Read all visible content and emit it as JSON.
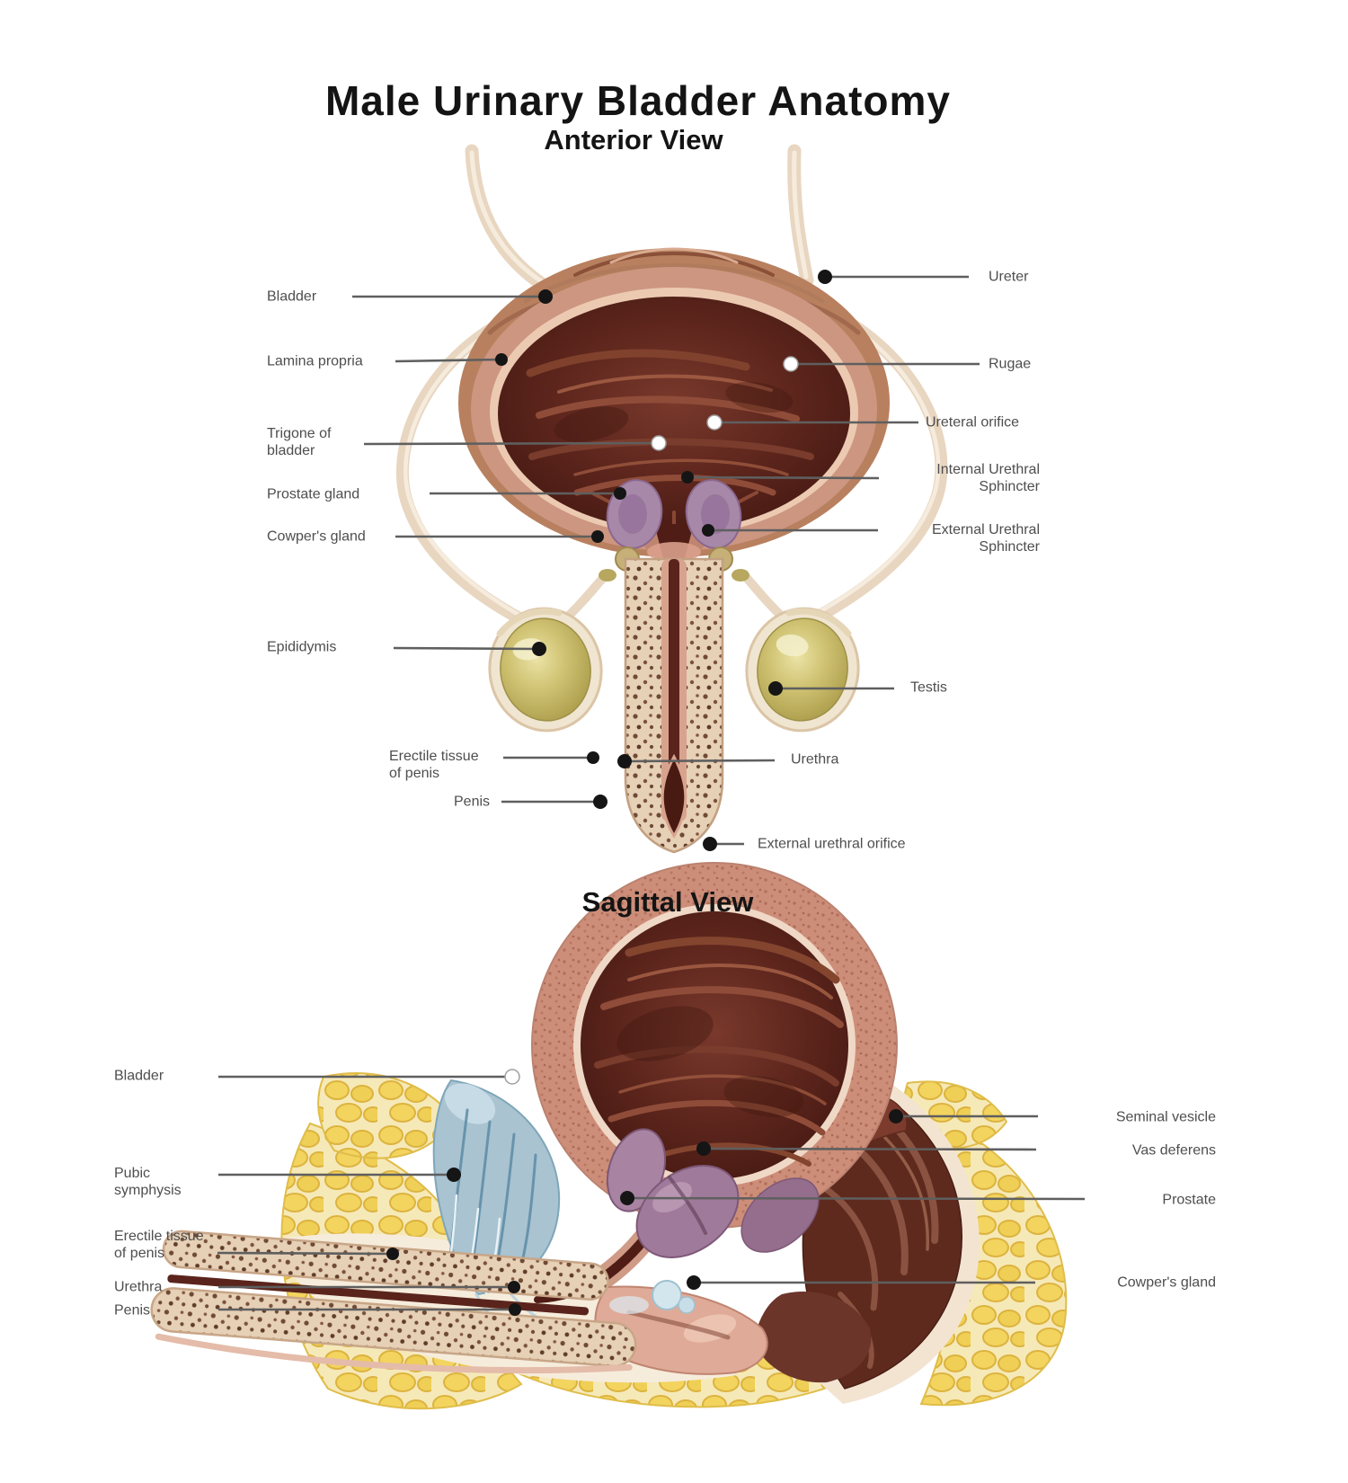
{
  "title": "Male Urinary Bladder Anatomy",
  "anterior": {
    "heading": "Anterior View",
    "left_labels": [
      "Bladder",
      "Lamina propria",
      "Trigone of\nbladder",
      "Prostate gland",
      "Cowper's gland",
      "Epididymis",
      "Erectile tissue\nof penis",
      "Penis"
    ],
    "right_labels": [
      "Ureter",
      "Rugae",
      "Ureteral orifice",
      "Internal Urethral\nSphincter",
      "External Urethral\nSphincter",
      "Testis",
      "Urethra",
      "External urethral orifice"
    ]
  },
  "sagittal": {
    "heading": "Sagittal View",
    "left_labels": [
      "Bladder",
      "Pubic\nsymphysis",
      "Erectile tissue\nof penis",
      "Urethra",
      "Penis"
    ],
    "right_labels": [
      "Seminal vesicle",
      "Vas deferens",
      "Prostate",
      "Cowper's gland"
    ]
  },
  "colors": {
    "title_text": "#141414",
    "label_text": "#4e4e4e",
    "leader_line": "#5f5f5f",
    "leader_dot_dark": "#151515",
    "leader_dot_light": "#ffffff",
    "bladder_wall": "#cd8f7b",
    "bladder_rim": "#f0d8c6",
    "bladder_interior": "#5e261d",
    "ureter": "#e8d6c1",
    "testis": "#cfc272",
    "erectile_tissue": "#e6d0b6",
    "prostate": "#a07a9a",
    "pubic_symphysis": "#a9c3d1",
    "fat": "#f2d45f",
    "rectum": "#5e2a1e",
    "background": "#ffffff"
  }
}
